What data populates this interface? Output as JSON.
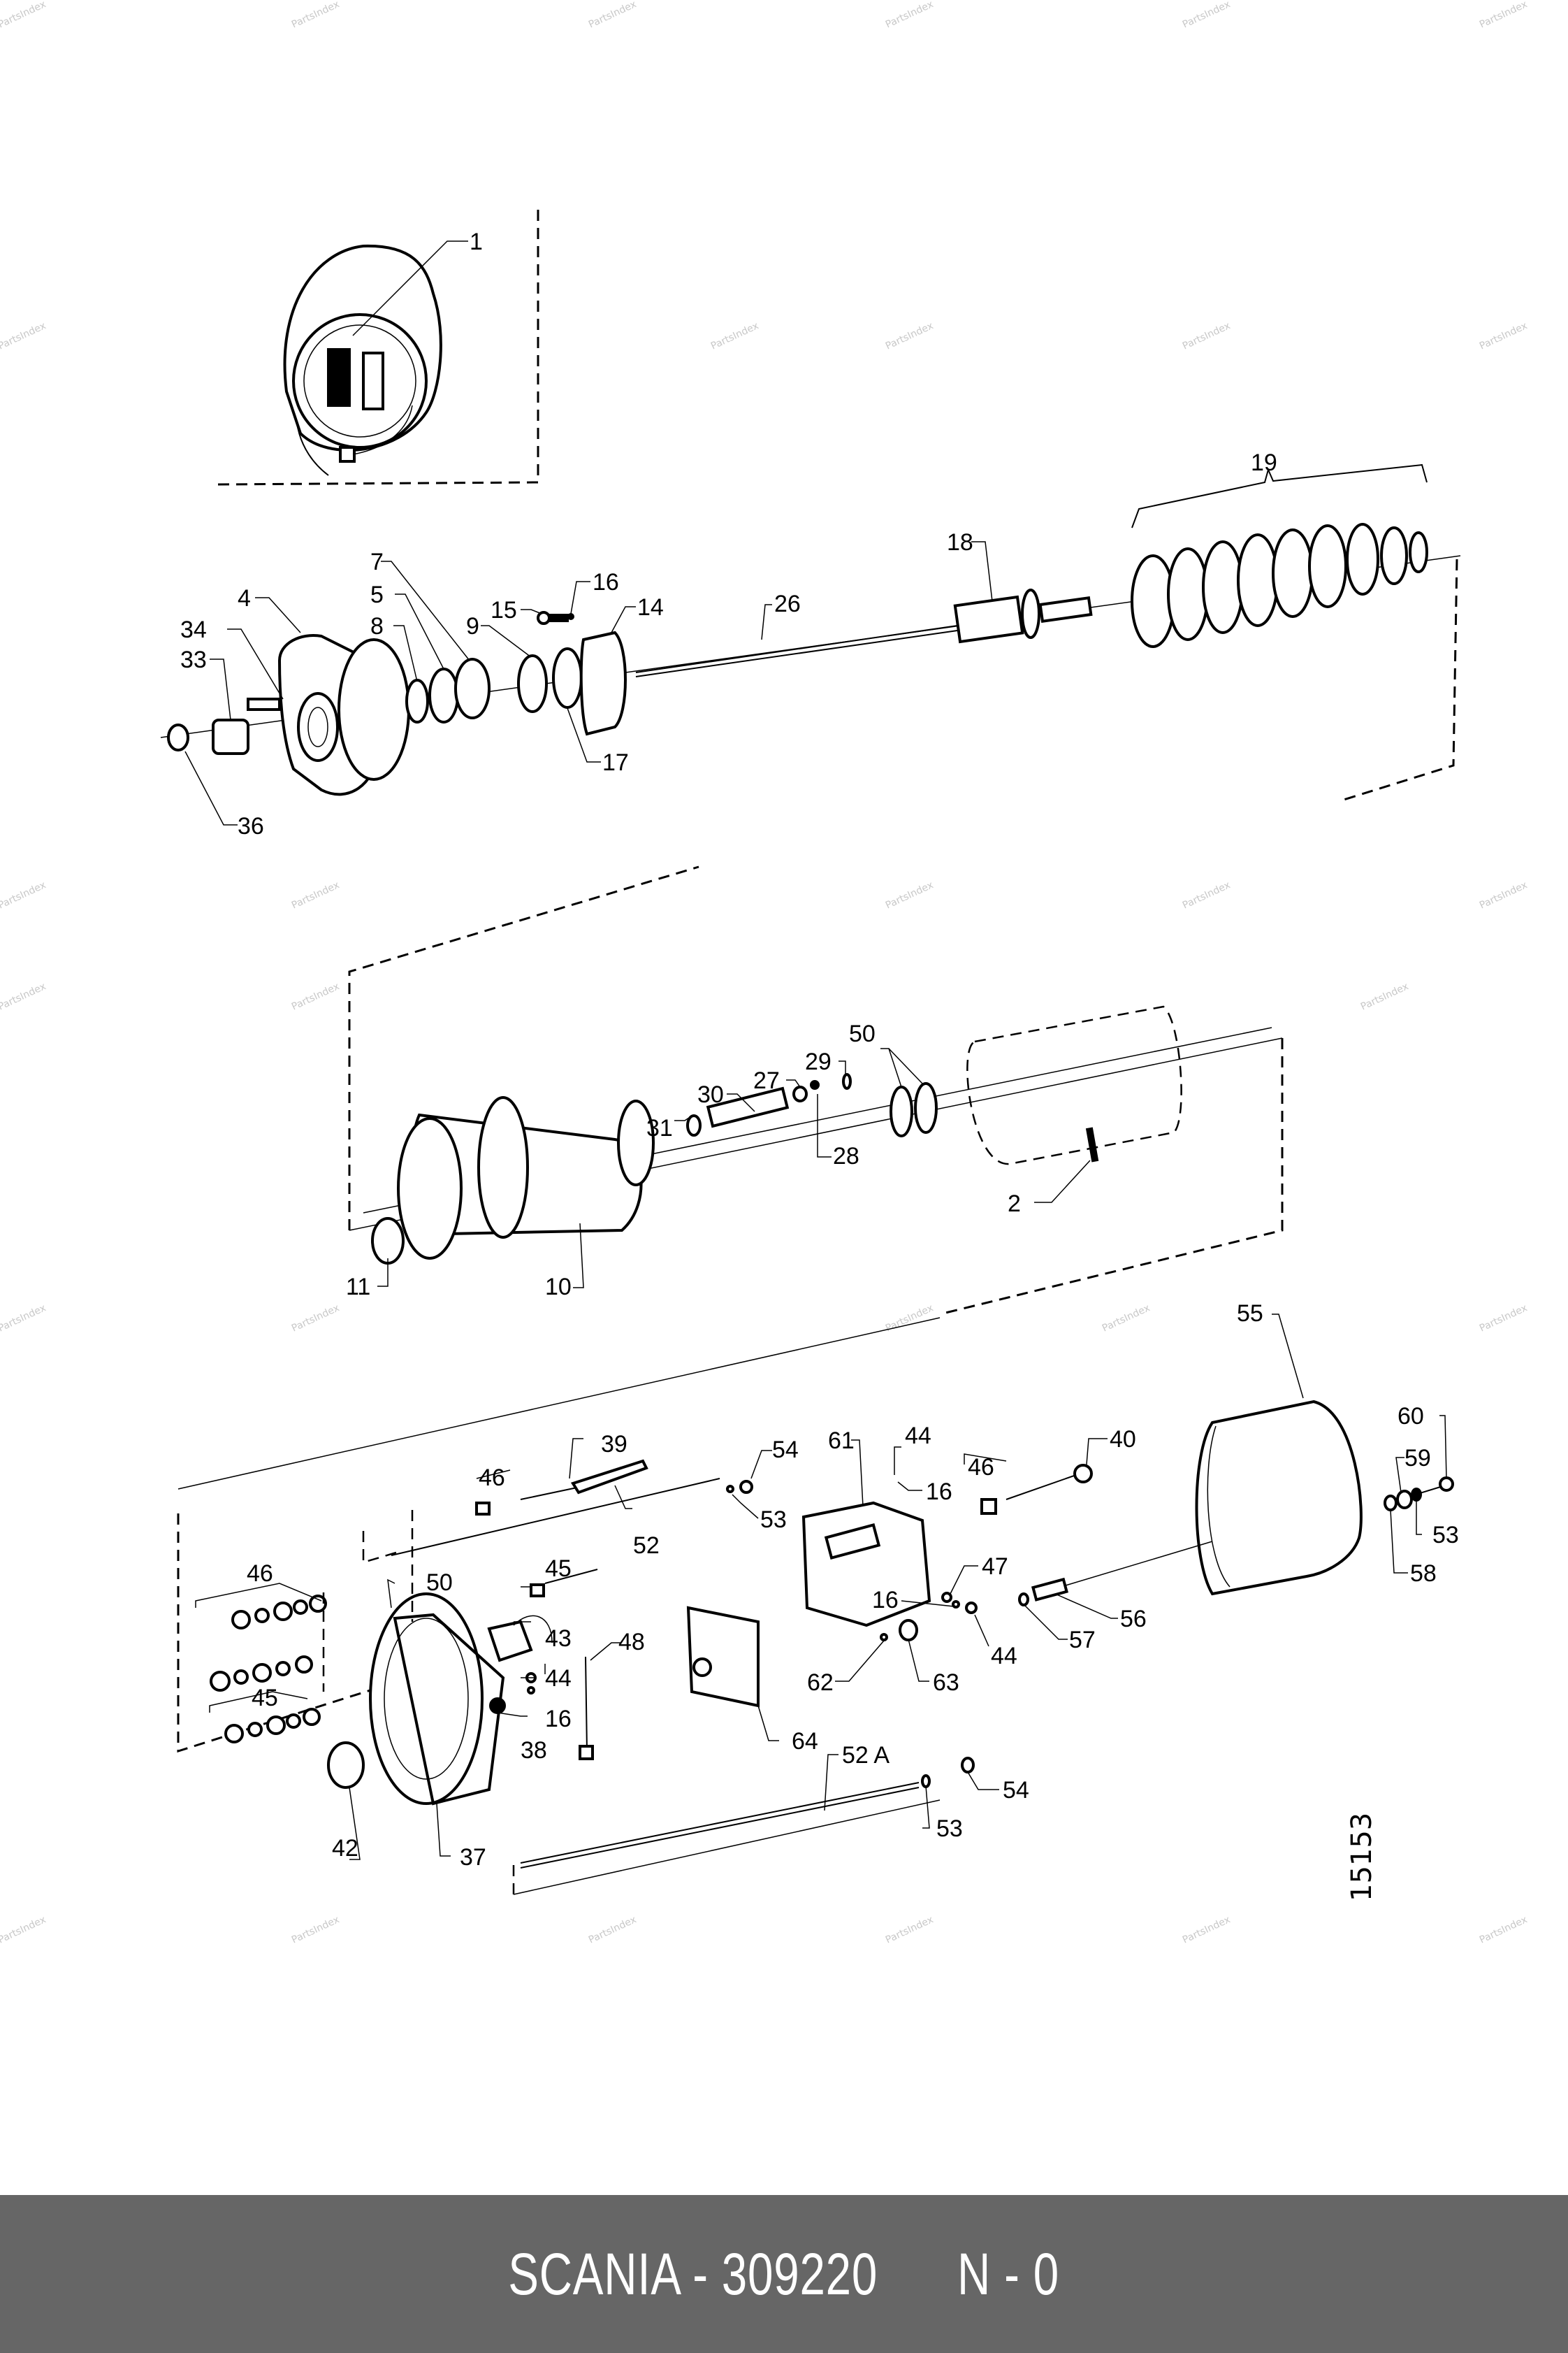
{
  "diagram": {
    "type": "exploded-parts-view",
    "drawing_number": "15153",
    "watermark_text": "PartsIndex",
    "callouts": {
      "c1": "1",
      "c2": "2",
      "c4": "4",
      "c5": "5",
      "c7": "7",
      "c8": "8",
      "c9": "9",
      "c10": "10",
      "c11": "11",
      "c14": "14",
      "c15": "15",
      "c16a": "16",
      "c17": "17",
      "c18": "18",
      "c19": "19",
      "c26": "26",
      "c27": "27",
      "c28": "28",
      "c29": "29",
      "c30": "30",
      "c31": "31",
      "c33": "33",
      "c34": "34",
      "c36": "36",
      "c50a": "50",
      "c37": "37",
      "c38": "38",
      "c39": "39",
      "c40": "40",
      "c42": "42",
      "c43": "43",
      "c44a": "44",
      "c44b": "44",
      "c44c": "44",
      "c45a": "45",
      "c45b": "45",
      "c46a": "46",
      "c46b": "46",
      "c46c": "46",
      "c47": "47",
      "c48": "48",
      "c50b": "50",
      "c16b": "16",
      "c16c": "16",
      "c16d": "16",
      "c52": "52",
      "c52a": "52 A",
      "c53a": "53",
      "c53b": "53",
      "c53c": "53",
      "c54a": "54",
      "c54b": "54",
      "c55": "55",
      "c56": "56",
      "c57": "57",
      "c58": "58",
      "c59": "59",
      "c60": "60",
      "c61": "61",
      "c62": "62",
      "c63": "63",
      "c64": "64"
    }
  },
  "footer": {
    "brand": "SCANIA",
    "separator": " - ",
    "part_number": "309220",
    "page_ref": "N - 0"
  },
  "colors": {
    "footer_bg": "#666666",
    "footer_text": "#ffffff",
    "line": "#000000",
    "watermark": "#c8c8c8"
  }
}
